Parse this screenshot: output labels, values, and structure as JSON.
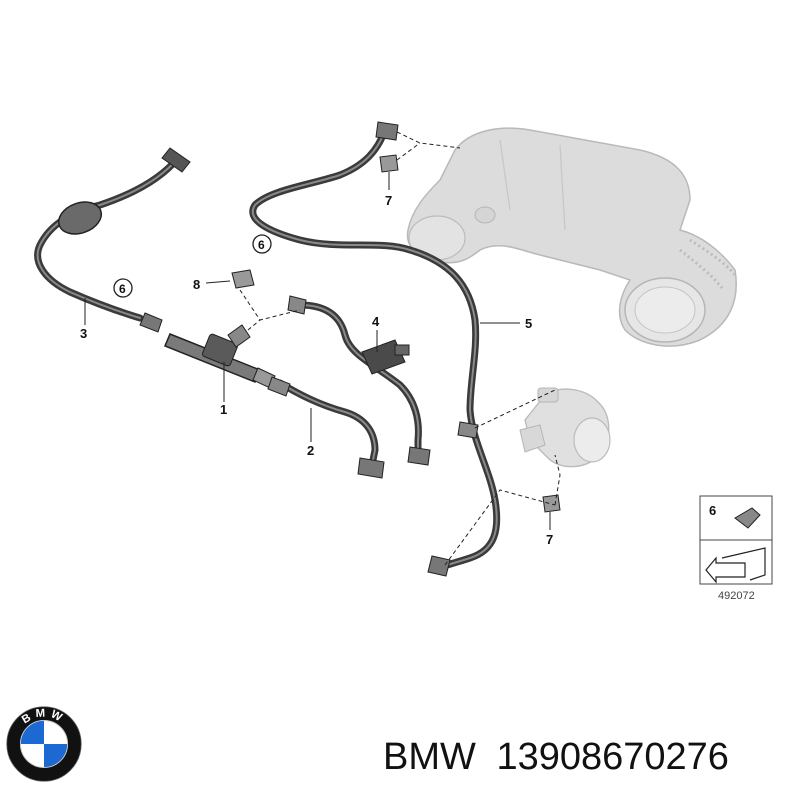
{
  "diagram": {
    "callouts": {
      "p1": "1",
      "p2": "2",
      "p3": "3",
      "p4": "4",
      "p5": "5",
      "p7_top": "7",
      "p7_right": "7",
      "p8": "8"
    },
    "circled": {
      "c6_left": "6",
      "c6_mid": "6"
    },
    "legend": {
      "item_number": "6",
      "reference": "492072"
    }
  },
  "logo": {
    "brand_letters": "BMW",
    "colors": {
      "blue": "#1c69d4",
      "ring": "#111111",
      "white": "#ffffff"
    }
  },
  "footer": {
    "brand": "BMW",
    "part_number": "13908670276"
  },
  "colors": {
    "hose": "#3a3a3a",
    "intake_part": "#d9d9d9",
    "intake_outline": "#bdbdbd"
  }
}
